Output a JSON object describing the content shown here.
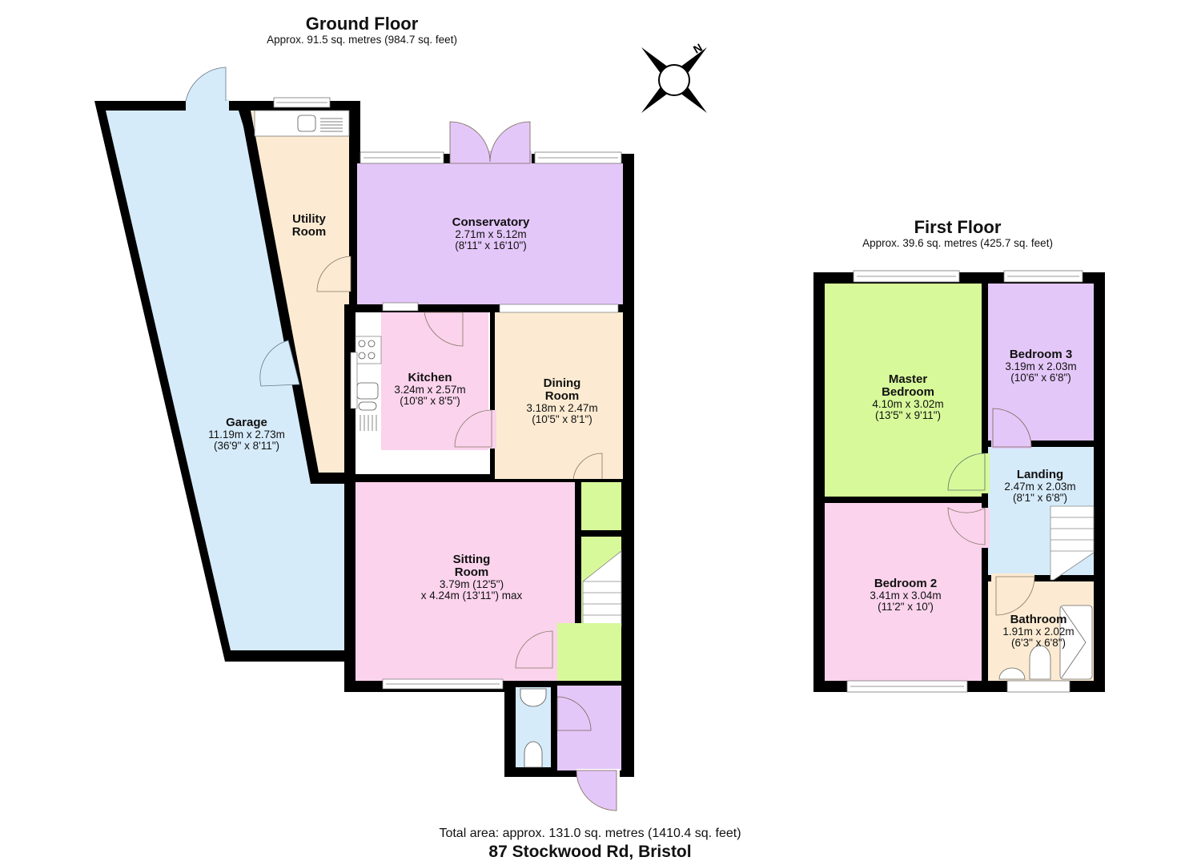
{
  "colors": {
    "wall": "#000000",
    "garage": "#d6ebfa",
    "utility": "#fcebd2",
    "conservatory": "#e4c7f9",
    "kitchen": "#fbd3ec",
    "dining": "#fcebd2",
    "sitting": "#fbd3ec",
    "hall": "#d8f99a",
    "porch": "#e4c7f9",
    "wc": "#d6ebfa",
    "master": "#d8f99a",
    "bedroom2": "#fbd3ec",
    "bedroom3": "#e4c7f9",
    "landing": "#d6ebfa",
    "bathroom": "#fcebd2"
  },
  "ground_floor": {
    "title": "Ground Floor",
    "area": "Approx. 91.5 sq. metres (984.7 sq. feet)",
    "rooms": [
      {
        "name": "Garage",
        "dims": "11.19m x 2.73m",
        "imperial": "(36'9\" x 8'11\")"
      },
      {
        "name": "Utility",
        "name2": "Room"
      },
      {
        "name": "Conservatory",
        "dims": "2.71m x 5.12m",
        "imperial": "(8'11\" x 16'10\")"
      },
      {
        "name": "Kitchen",
        "dims": "3.24m x 2.57m",
        "imperial": "(10'8\" x 8'5\")"
      },
      {
        "name": "Dining",
        "name2": "Room",
        "dims": "3.18m x 2.47m",
        "imperial": "(10'5\" x 8'1\")"
      },
      {
        "name": "Sitting",
        "name2": "Room",
        "dims": "3.79m (12'5\")",
        "imperial": "x 4.24m (13'11\") max"
      }
    ]
  },
  "first_floor": {
    "title": "First Floor",
    "area": "Approx. 39.6 sq. metres (425.7 sq. feet)",
    "rooms": [
      {
        "name": "Master",
        "name2": "Bedroom",
        "dims": "4.10m x 3.02m",
        "imperial": "(13'5\" x 9'11\")"
      },
      {
        "name": "Bedroom 3",
        "dims": "3.19m x 2.03m",
        "imperial": "(10'6\" x 6'8\")"
      },
      {
        "name": "Landing",
        "dims": "2.47m x 2.03m",
        "imperial": "(8'1\" x 6'8\")"
      },
      {
        "name": "Bedroom 2",
        "dims": "3.41m x 3.04m",
        "imperial": "(11'2\" x 10')"
      },
      {
        "name": "Bathroom",
        "dims": "1.91m x 2.02m",
        "imperial": "(6'3\" x 6'8\")"
      }
    ]
  },
  "compass": {
    "label": "N",
    "icon": "compass-north-icon"
  },
  "footer": {
    "total_area": "Total area: approx. 131.0 sq. metres (1410.4 sq. feet)",
    "address": "87 Stockwood Rd, Bristol"
  }
}
